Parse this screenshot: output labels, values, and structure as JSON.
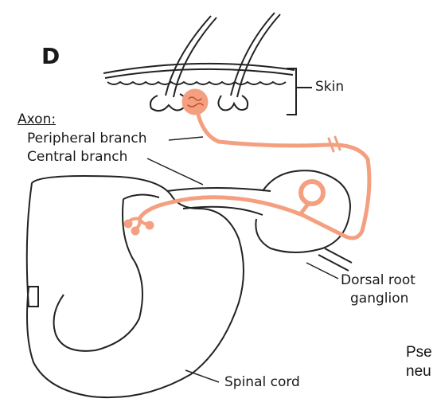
{
  "figure": {
    "panel_letter": "D",
    "labels": {
      "axon": "Axon:",
      "peripheral_branch": "Peripheral branch",
      "central_branch": "Central branch",
      "skin": "Skin",
      "dorsal_root_ganglion_line1": "Dorsal root",
      "dorsal_root_ganglion_line2": "ganglion",
      "spinal_cord": "Spinal cord"
    },
    "caption": {
      "line1": "Pse",
      "line2": "neu"
    },
    "colors": {
      "neuron": "#f4a080",
      "outline": "#222222"
    }
  }
}
